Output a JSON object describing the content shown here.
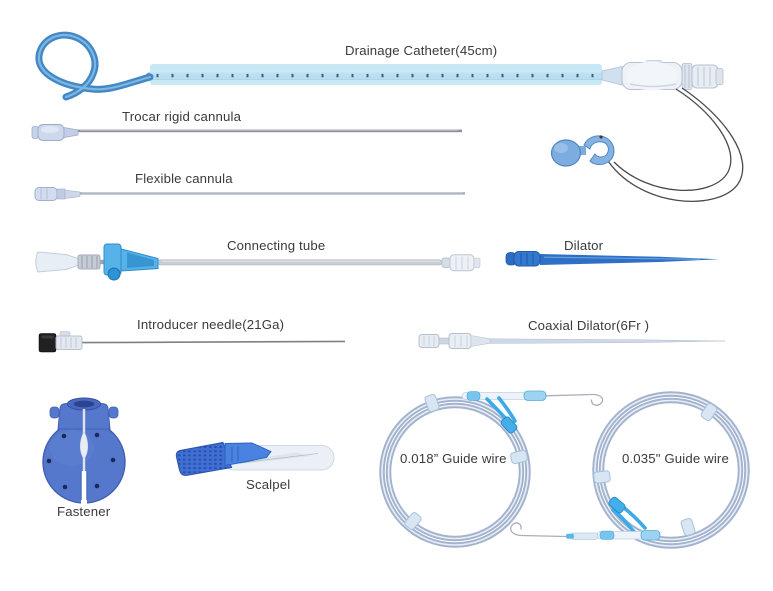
{
  "background": "#ffffff",
  "items": [
    {
      "id": "drainage-catheter",
      "label": "Drainage Catheter(45cm)"
    },
    {
      "id": "trocar-rigid-cannula",
      "label": "Trocar rigid cannula"
    },
    {
      "id": "flexible-cannula",
      "label": "Flexible cannula"
    },
    {
      "id": "connecting-tube",
      "label": "Connecting tube"
    },
    {
      "id": "dilator",
      "label": "Dilator"
    },
    {
      "id": "introducer-needle",
      "label": "Introducer needle(21Ga)"
    },
    {
      "id": "coaxial-dilator",
      "label": "Coaxial Dilator(6Fr )"
    },
    {
      "id": "fastener",
      "label": "Fastener"
    },
    {
      "id": "scalpel",
      "label": "Scalpel"
    },
    {
      "id": "guide-wire-018",
      "label": "0.018” Guide wire"
    },
    {
      "id": "guide-wire-035",
      "label": "0.035\" Guide wire"
    }
  ],
  "colors": {
    "catheter_blue": "#4388c6",
    "sheath_light_blue": "#b9e2f3",
    "clamp_sky_blue": "#56b2e8",
    "dilator_blue": "#2e70c6",
    "fastener_blue": "#5678cc",
    "scalpel_blue": "#3f6fd4",
    "guidewire_tube": "#a3b3ce",
    "guidewire_fitting_blue": "#3aabe8",
    "label_text": "#3a3a3a"
  }
}
